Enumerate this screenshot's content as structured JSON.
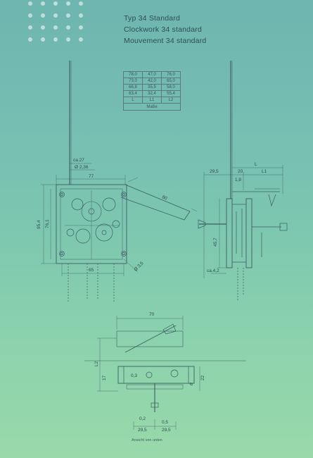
{
  "header": {
    "line1": "Typ 34 Standard",
    "line2": "Clockwork 34 standard",
    "line3": "Mouvement 34 standard"
  },
  "table": {
    "rows": [
      [
        "78,0",
        "47,0",
        "76,0"
      ],
      [
        "73,0",
        "42,0",
        "65,0"
      ],
      [
        "66,8",
        "35,5",
        "58,0"
      ],
      [
        "63,4",
        "32,4",
        "55,4"
      ],
      [
        "L",
        "L1",
        "L2"
      ]
    ],
    "footer": "Maße"
  },
  "front_view": {
    "ca27": "ca.27",
    "dia236": "Ø 2,36",
    "width77": "77",
    "len80": "80",
    "h954": "95,4",
    "h761": "76,1",
    "w65": "65",
    "d35": "Ø 3,5"
  },
  "side_view": {
    "d295": "29,5",
    "d20": "20",
    "L1": "L1",
    "L": "L",
    "d18": "1,8",
    "h457": "45,7",
    "ca42": "ca.4,2"
  },
  "bottom_view": {
    "w70": "70",
    "L2": "L2",
    "d03": "0,3",
    "d17": "17",
    "d22": "22",
    "d6": "6",
    "d295a": "29,5",
    "d295b": "29,5",
    "d02": "0,2",
    "d05": "0,5"
  },
  "caption": "Ansicht von unten"
}
